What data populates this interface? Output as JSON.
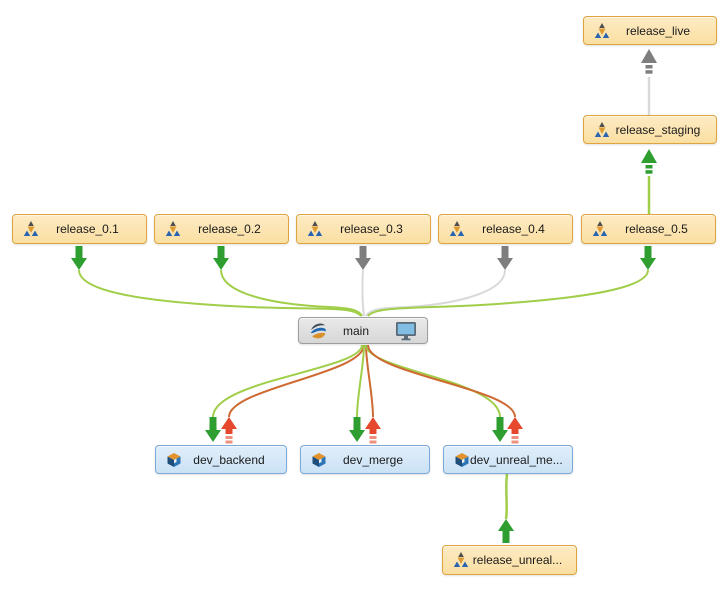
{
  "colors": {
    "canvas-bg": "#ffffff",
    "release-fill": "#FCE3A9",
    "release-border": "#DFA43F",
    "dev-fill": "#D5E7F8",
    "dev-border": "#7CA9D8",
    "main-fill": "#DEDEDE",
    "main-border": "#9E9E9E",
    "green-line": "#A0CE48",
    "green-arrow": "#2E9E30",
    "gray-line": "#D9D9D9",
    "gray-arrow": "#7E7E7E",
    "red-line": "#CE6A32",
    "red-arrow": "#E5482C",
    "red-dash": "#F08F7D"
  },
  "nodes": [
    {
      "label": "release_live",
      "type": "release"
    },
    {
      "label": "release_staging",
      "type": "release"
    },
    {
      "label": "release_0.1",
      "type": "release"
    },
    {
      "label": "release_0.2",
      "type": "release"
    },
    {
      "label": "release_0.3",
      "type": "release"
    },
    {
      "label": "release_0.4",
      "type": "release"
    },
    {
      "label": "release_0.5",
      "type": "release"
    },
    {
      "label": "main",
      "type": "main"
    },
    {
      "label": "dev_backend",
      "type": "dev"
    },
    {
      "label": "dev_merge",
      "type": "dev"
    },
    {
      "label": "dev_unreal_me...",
      "type": "dev"
    },
    {
      "label": "release_unreal...",
      "type": "release"
    }
  ],
  "links": [
    {
      "from": "release_0.1",
      "to": "main",
      "color": "green"
    },
    {
      "from": "release_0.2",
      "to": "main",
      "color": "green"
    },
    {
      "from": "release_0.3",
      "to": "main",
      "color": "gray"
    },
    {
      "from": "release_0.4",
      "to": "main",
      "color": "gray"
    },
    {
      "from": "release_0.5",
      "to": "main",
      "color": "green"
    },
    {
      "from": "release_0.5",
      "to": "release_staging",
      "color": "green"
    },
    {
      "from": "release_staging",
      "to": "release_live",
      "color": "gray"
    },
    {
      "from": "main",
      "to": "dev_backend",
      "color": "green"
    },
    {
      "from": "dev_backend",
      "to": "main",
      "color": "red"
    },
    {
      "from": "main",
      "to": "dev_merge",
      "color": "green"
    },
    {
      "from": "dev_merge",
      "to": "main",
      "color": "red"
    },
    {
      "from": "main",
      "to": "dev_unreal_me...",
      "color": "green"
    },
    {
      "from": "dev_unreal_me...",
      "to": "main",
      "color": "red"
    },
    {
      "from": "release_unreal...",
      "to": "dev_unreal_me...",
      "color": "green"
    }
  ]
}
